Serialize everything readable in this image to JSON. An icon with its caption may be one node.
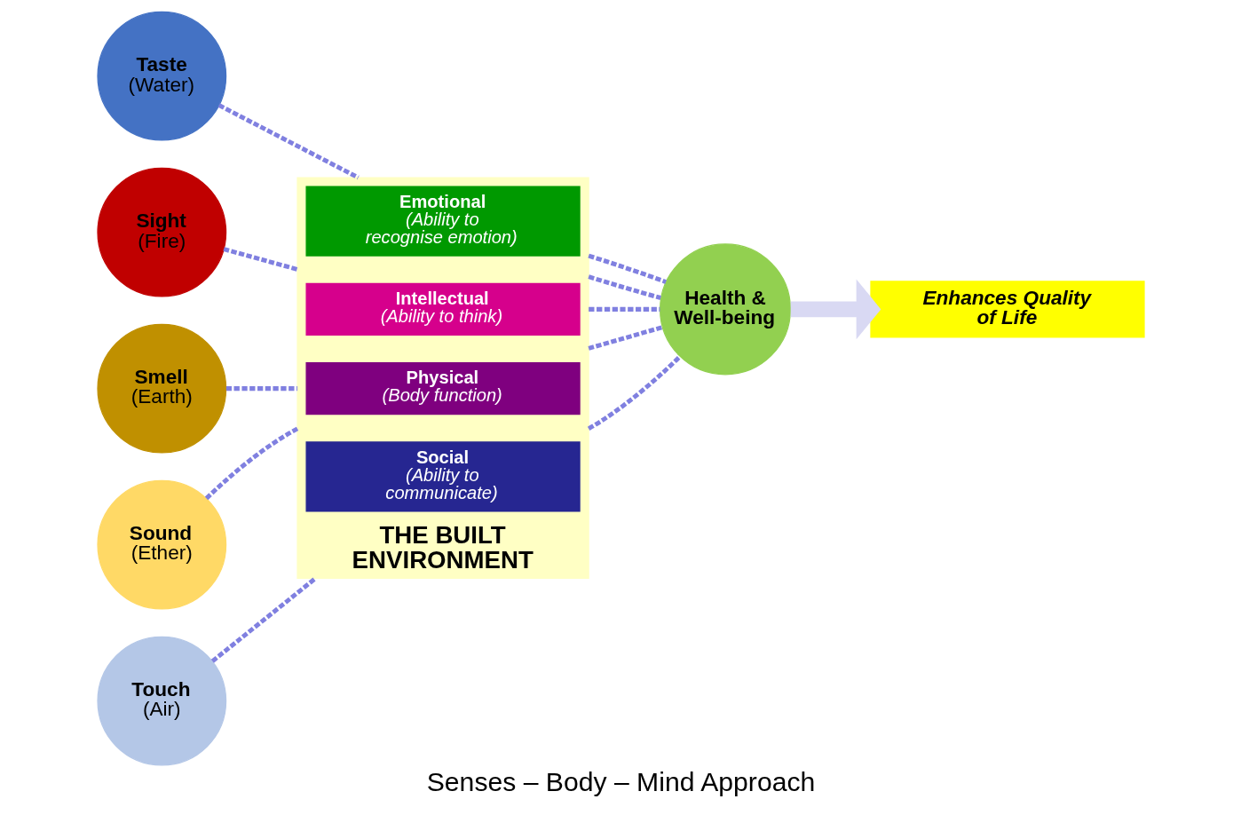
{
  "diagram": {
    "caption": "Senses – Body – Mind Approach",
    "nodes": [
      {
        "text": [
          "THE BUILT ENVIRONMENT"
        ]
      },
      {
        "text": [
          "Smell",
          "(Earth)"
        ]
      },
      {
        "text": [
          "Taste",
          "(Water)"
        ]
      },
      {
        "text": [
          "Sight",
          "(Fire)"
        ]
      },
      {
        "text": [
          "Touch",
          "(Air)"
        ]
      },
      {
        "text": [
          "Sound",
          "(Ether)"
        ]
      },
      {
        "text": [
          "Physical",
          "(Body function)"
        ],
        "in": 0
      },
      {
        "text": [
          "Emotional",
          "(Ability to recognise emotion)"
        ],
        "in": 0
      },
      {
        "text": [
          "Intellectual",
          "(Ability to think)"
        ],
        "in": 0
      },
      {
        "text": [
          "Social",
          "(Ability to communicate)"
        ],
        "in": 0
      },
      {
        "text": [
          "Health & Well-being"
        ]
      },
      {
        "text": [
          "Enhances Quality of Life"
        ]
      }
    ],
    "edges": [
      {
        "from": 1,
        "to": 0,
        "arrow": "none",
        "style": "dashed"
      },
      {
        "from": 2,
        "to": 0,
        "arrow": "none",
        "style": "dashed"
      },
      {
        "from": 3,
        "to": 0,
        "arrow": "none",
        "style": "dashed"
      },
      {
        "from": 4,
        "to": 0,
        "arrow": "none",
        "style": "dashed"
      },
      {
        "from": 5,
        "to": 0,
        "arrow": "none",
        "style": "dashed"
      },
      {
        "from": 0,
        "to": 10,
        "arrow": "none",
        "style": "dashed"
      },
      {
        "from": 0,
        "to": 10,
        "arrow": "none",
        "style": "dashed"
      },
      {
        "from": 0,
        "to": 10,
        "arrow": "none",
        "style": "dashed"
      },
      {
        "from": 0,
        "to": 10,
        "arrow": "none",
        "style": "dashed"
      },
      {
        "from": 0,
        "to": 10,
        "arrow": "none",
        "style": "dashed"
      },
      {
        "from": 10,
        "to": 11,
        "arrow": "to",
        "style": "thick",
        "color": "#d9d9f3"
      }
    ]
  }
}
